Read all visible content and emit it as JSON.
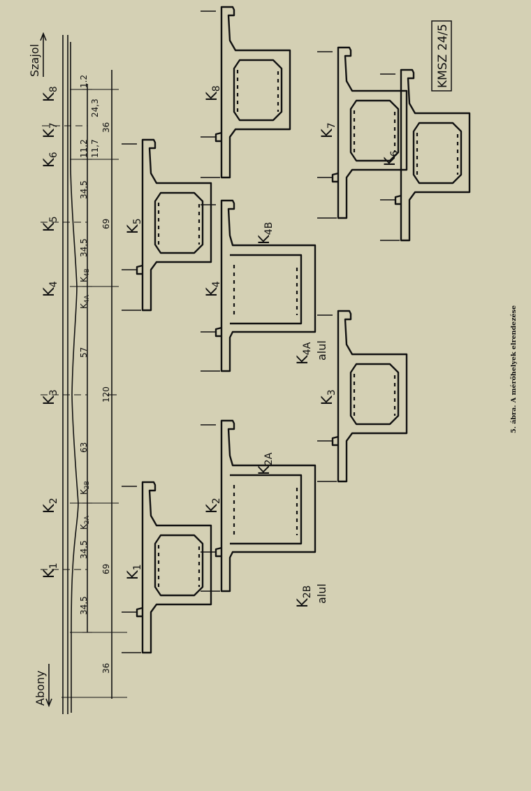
{
  "stations": {
    "left": "Abony",
    "right": "Szajol"
  },
  "drawing_code": "KMSZ 24/5",
  "caption": "5. ábra. A mérőhelyek elrendezése",
  "plan_labels": [
    {
      "main": "K",
      "sub": "1"
    },
    {
      "main": "K",
      "sub": "2"
    },
    {
      "main": "K",
      "sub": "3"
    },
    {
      "main": "K",
      "sub": "4"
    },
    {
      "main": "K",
      "sub": "5"
    },
    {
      "main": "K",
      "sub": "6"
    },
    {
      "main": "K",
      "sub": "7"
    },
    {
      "main": "K",
      "sub": "8"
    }
  ],
  "dimensions_upper": [
    "34,5",
    "34,5",
    "63",
    "57",
    "34,5",
    "34,5",
    "11,2",
    "1.2"
  ],
  "dimensions_lower": [
    "36",
    "69",
    "120",
    "69",
    "11,7",
    "24,3",
    "36"
  ],
  "sub_points": {
    "k2a": {
      "main": "K",
      "sub": "2A"
    },
    "k2b": {
      "main": "K",
      "sub": "2B"
    },
    "k4a": {
      "main": "K",
      "sub": "4A"
    },
    "k4b": {
      "main": "K",
      "sub": "4B"
    }
  },
  "section_labels": {
    "k1": {
      "main": "K",
      "sub": "1"
    },
    "k2": {
      "main": "K",
      "sub": "2"
    },
    "k2a": {
      "main": "K",
      "sub": "2A"
    },
    "k2b": {
      "main": "K",
      "sub": "2B",
      "note": "alul"
    },
    "k3": {
      "main": "K",
      "sub": "3"
    },
    "k4": {
      "main": "K",
      "sub": "4"
    },
    "k4a": {
      "main": "K",
      "sub": "4A",
      "note": "alul"
    },
    "k4b": {
      "main": "K",
      "sub": "4B"
    },
    "k5": {
      "main": "K",
      "sub": "5"
    },
    "k6": {
      "main": "K",
      "sub": "6"
    },
    "k7": {
      "main": "K",
      "sub": "7"
    },
    "k8": {
      "main": "K",
      "sub": "8"
    }
  }
}
